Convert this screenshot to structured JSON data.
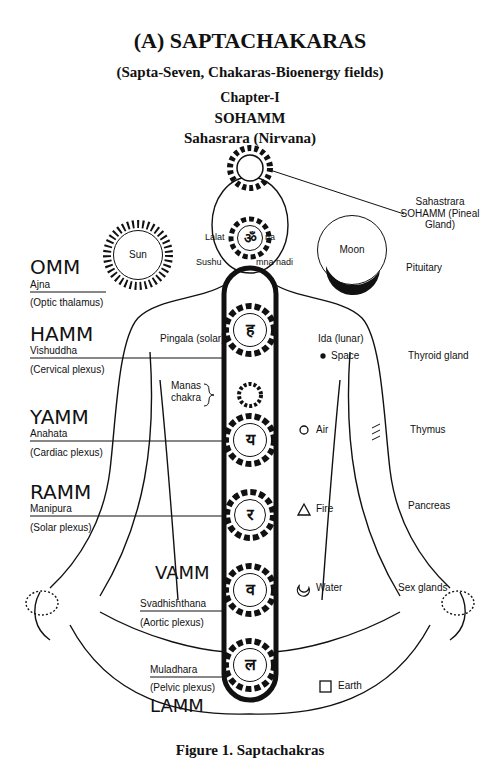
{
  "diagram": {
    "title": "(A) SAPTACHAKARAS",
    "caption": "Figure 1. Saptachakras",
    "nodes": [
      {
        "text": [
          "Sun"
        ]
      },
      {
        "text": [
          "Moon"
        ]
      },
      {
        "text": [
          "ॐ"
        ]
      },
      {
        "text": [
          "ह"
        ]
      },
      {
        "text": [
          "य"
        ]
      },
      {
        "text": [
          "र"
        ]
      },
      {
        "text": [
          "व"
        ]
      },
      {
        "text": [
          "ल"
        ]
      }
    ],
    "labels": [
      "(Sapta-Seven, Chakaras-Bioenergy fields)",
      "Chapter-I",
      "SOHAMM",
      "Sahasrara (Nirvana)",
      "OMM",
      "Ajna",
      "(Optic thalamus)",
      "Lalat",
      "na",
      "Sushu",
      "mna nadi",
      "Sahastrara SOHAMM (Pineal Gland)",
      "Pituitary",
      "HAMM",
      "Vishuddha",
      "(Cervical plexus)",
      "Pingala (solar)",
      "Ida (lunar)",
      "Space",
      "Thyroid gland",
      "Manas chakra",
      "YAMM",
      "Anahata",
      "(Cardiac plexus)",
      "Air",
      "Thymus",
      "RAMM",
      "Manipura",
      "(Solar plexus)",
      "Fire",
      "Pancreas",
      "VAMM",
      "Svadhishthana",
      "(Aortic plexus)",
      "Water",
      "Sex glands",
      "Muladhara",
      "(Pelvic plexus)",
      "Earth",
      "LAMM"
    ]
  }
}
